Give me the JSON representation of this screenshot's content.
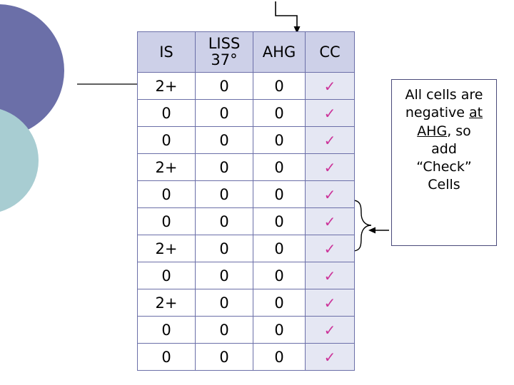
{
  "slide": {
    "title_hidden": "",
    "table": {
      "columns": [
        {
          "label": "IS",
          "key": "is"
        },
        {
          "label": "LISS 37°",
          "key": "liss"
        },
        {
          "label": "AHG",
          "key": "ahg"
        },
        {
          "label": "CC",
          "key": "cc"
        }
      ],
      "rows": [
        {
          "is": "2+",
          "liss": "0",
          "ahg": "0",
          "cc": "✓"
        },
        {
          "is": "0",
          "liss": "0",
          "ahg": "0",
          "cc": "✓"
        },
        {
          "is": "0",
          "liss": "0",
          "ahg": "0",
          "cc": "✓"
        },
        {
          "is": "2+",
          "liss": "0",
          "ahg": "0",
          "cc": "✓"
        },
        {
          "is": "0",
          "liss": "0",
          "ahg": "0",
          "cc": "✓"
        },
        {
          "is": "0",
          "liss": "0",
          "ahg": "0",
          "cc": "✓"
        },
        {
          "is": "2+",
          "liss": "0",
          "ahg": "0",
          "cc": "✓"
        },
        {
          "is": "0",
          "liss": "0",
          "ahg": "0",
          "cc": "✓"
        },
        {
          "is": "2+",
          "liss": "0",
          "ahg": "0",
          "cc": "✓"
        },
        {
          "is": "0",
          "liss": "0",
          "ahg": "0",
          "cc": "✓"
        },
        {
          "is": "0",
          "liss": "0",
          "ahg": "0",
          "cc": "✓"
        }
      ]
    },
    "note": {
      "line1": "All cells are",
      "line2_pre": "negative ",
      "line2_underline": "at",
      "line3_underline": "AHG",
      "line3_post": ", so",
      "line4": "add",
      "line5": "“Check”",
      "line6": "Cells"
    },
    "colors": {
      "header_fill": "#cdd0e8",
      "cc_fill": "#e5e7f3",
      "grid_line": "#6b6fa8",
      "check_mark": "#cc3399",
      "circle_dark": "#6b6fa8",
      "circle_light": "#a8cdd2",
      "connector": "#000000"
    }
  }
}
